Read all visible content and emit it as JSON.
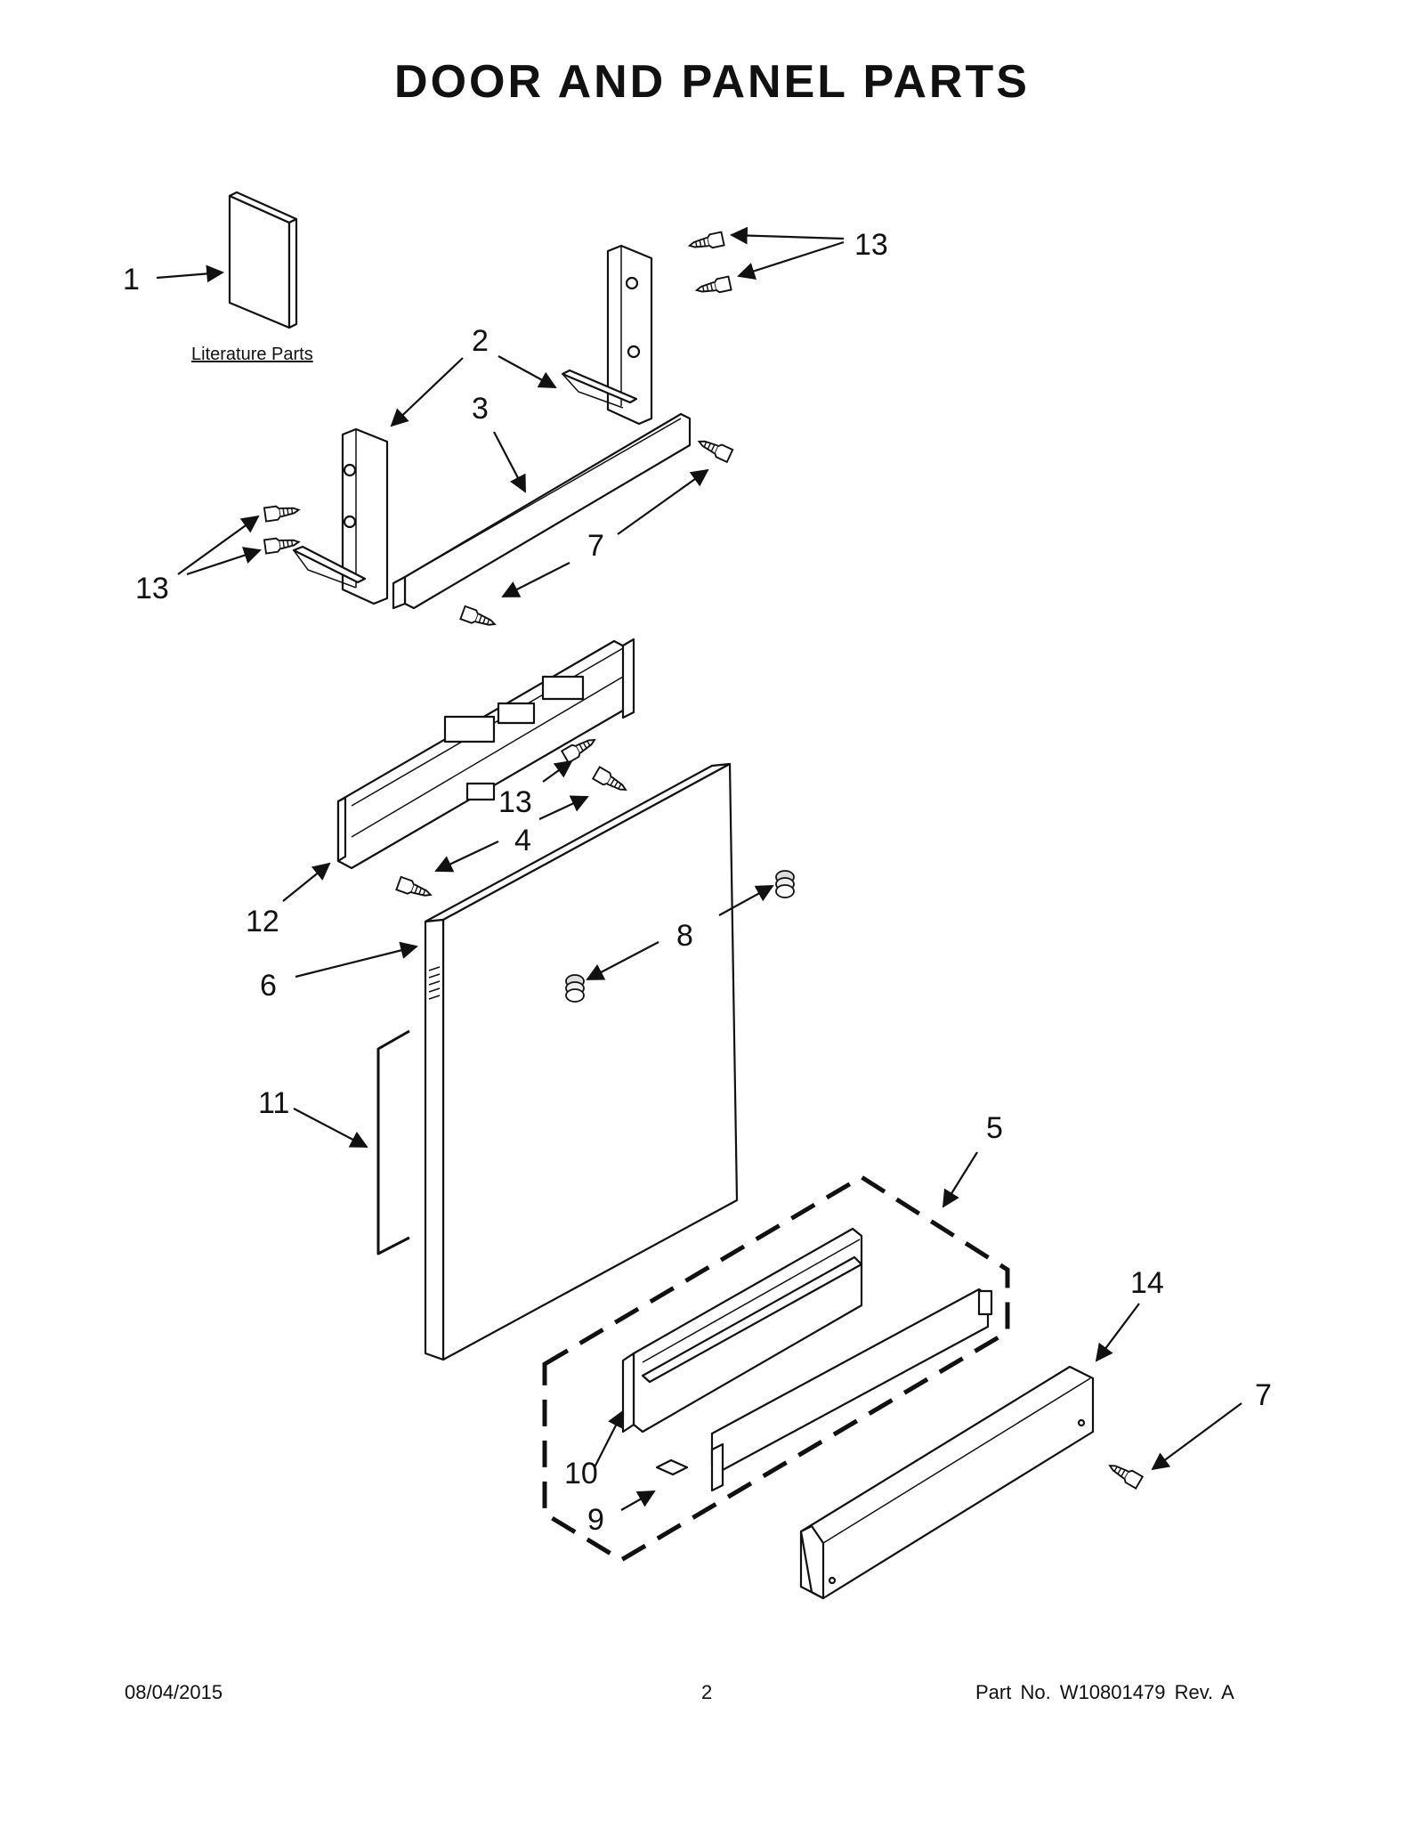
{
  "title": "DOOR AND PANEL PARTS",
  "literature_label": "Literature Parts",
  "callouts": {
    "c1": "1",
    "c2": "2",
    "c3": "3",
    "c4": "4",
    "c5": "5",
    "c6": "6",
    "c7a": "7",
    "c7b": "7",
    "c8": "8",
    "c9": "9",
    "c10": "10",
    "c11": "11",
    "c12": "12",
    "c13a": "13",
    "c13b": "13",
    "c13c": "13",
    "c14": "14"
  },
  "footer": {
    "date": "08/04/2015",
    "page": "2",
    "part_no": "Part No.  W10801479  Rev.  A"
  }
}
